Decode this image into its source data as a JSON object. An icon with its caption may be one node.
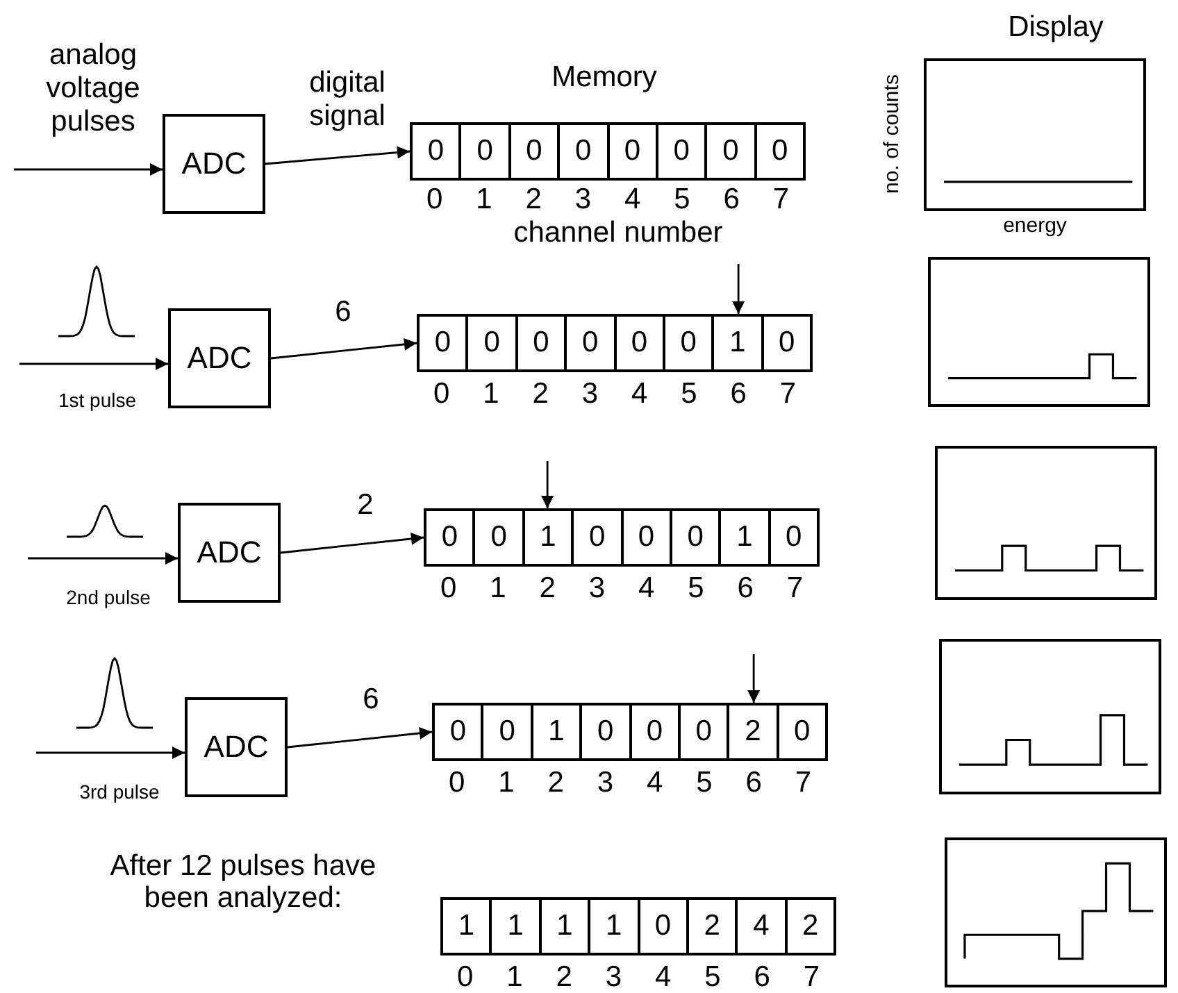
{
  "diagram": {
    "nodes": [
      {
        "text": [
          "ADC"
        ]
      },
      {
        "text": [
          "0",
          "0",
          "0",
          "0",
          "0",
          "0",
          "0",
          "0"
        ]
      },
      {
        "text": [],
        "shape": "box",
        "beside": [
          "no. of counts",
          "energy"
        ]
      },
      {
        "text": [
          "ADC"
        ]
      },
      {
        "text": [
          "0",
          "0",
          "0",
          "0",
          "0",
          "0",
          "1",
          "0"
        ]
      },
      {
        "text": [],
        "shape": "box"
      },
      {
        "text": [
          "ADC"
        ]
      },
      {
        "text": [
          "0",
          "0",
          "1",
          "0",
          "0",
          "0",
          "1",
          "0"
        ]
      },
      {
        "text": [],
        "shape": "box"
      },
      {
        "text": [
          "ADC"
        ]
      },
      {
        "text": [
          "0",
          "0",
          "1",
          "0",
          "0",
          "0",
          "2",
          "0"
        ]
      },
      {
        "text": [],
        "shape": "box"
      },
      {
        "text": [
          "1",
          "1",
          "1",
          "1",
          "0",
          "2",
          "4",
          "2"
        ]
      },
      {
        "text": [],
        "shape": "box"
      }
    ],
    "edges": [
      {
        "from": null,
        "to": 0,
        "arrow": "to",
        "label": "analog voltage pulses"
      },
      {
        "from": 0,
        "to": 1,
        "arrow": "to",
        "label": "digital signal"
      },
      {
        "from": null,
        "to": 3,
        "arrow": "to",
        "label": "1st pulse"
      },
      {
        "from": 3,
        "to": 4,
        "arrow": "to",
        "label": "6"
      },
      {
        "from": null,
        "to": 4,
        "arrow": "to"
      },
      {
        "from": null,
        "to": 6,
        "arrow": "to",
        "label": "2nd pulse"
      },
      {
        "from": 6,
        "to": 7,
        "arrow": "to",
        "label": "2"
      },
      {
        "from": null,
        "to": 7,
        "arrow": "to"
      },
      {
        "from": null,
        "to": 9,
        "arrow": "to",
        "label": "3rd pulse"
      },
      {
        "from": 9,
        "to": 10,
        "arrow": "to",
        "label": "6"
      },
      {
        "from": null,
        "to": 10,
        "arrow": "to"
      }
    ],
    "labels": [
      "Display",
      "Memory",
      "0",
      "1",
      "2",
      "3",
      "4",
      "5",
      "6",
      "7",
      "channel number",
      "0",
      "1",
      "2",
      "3",
      "4",
      "5",
      "6",
      "7",
      "0",
      "1",
      "2",
      "3",
      "4",
      "5",
      "6",
      "7",
      "0",
      "1",
      "2",
      "3",
      "4",
      "5",
      "6",
      "7",
      "After 12 pulses have been analyzed:",
      "0",
      "1",
      "2",
      "3",
      "4",
      "5",
      "6",
      "7"
    ]
  }
}
